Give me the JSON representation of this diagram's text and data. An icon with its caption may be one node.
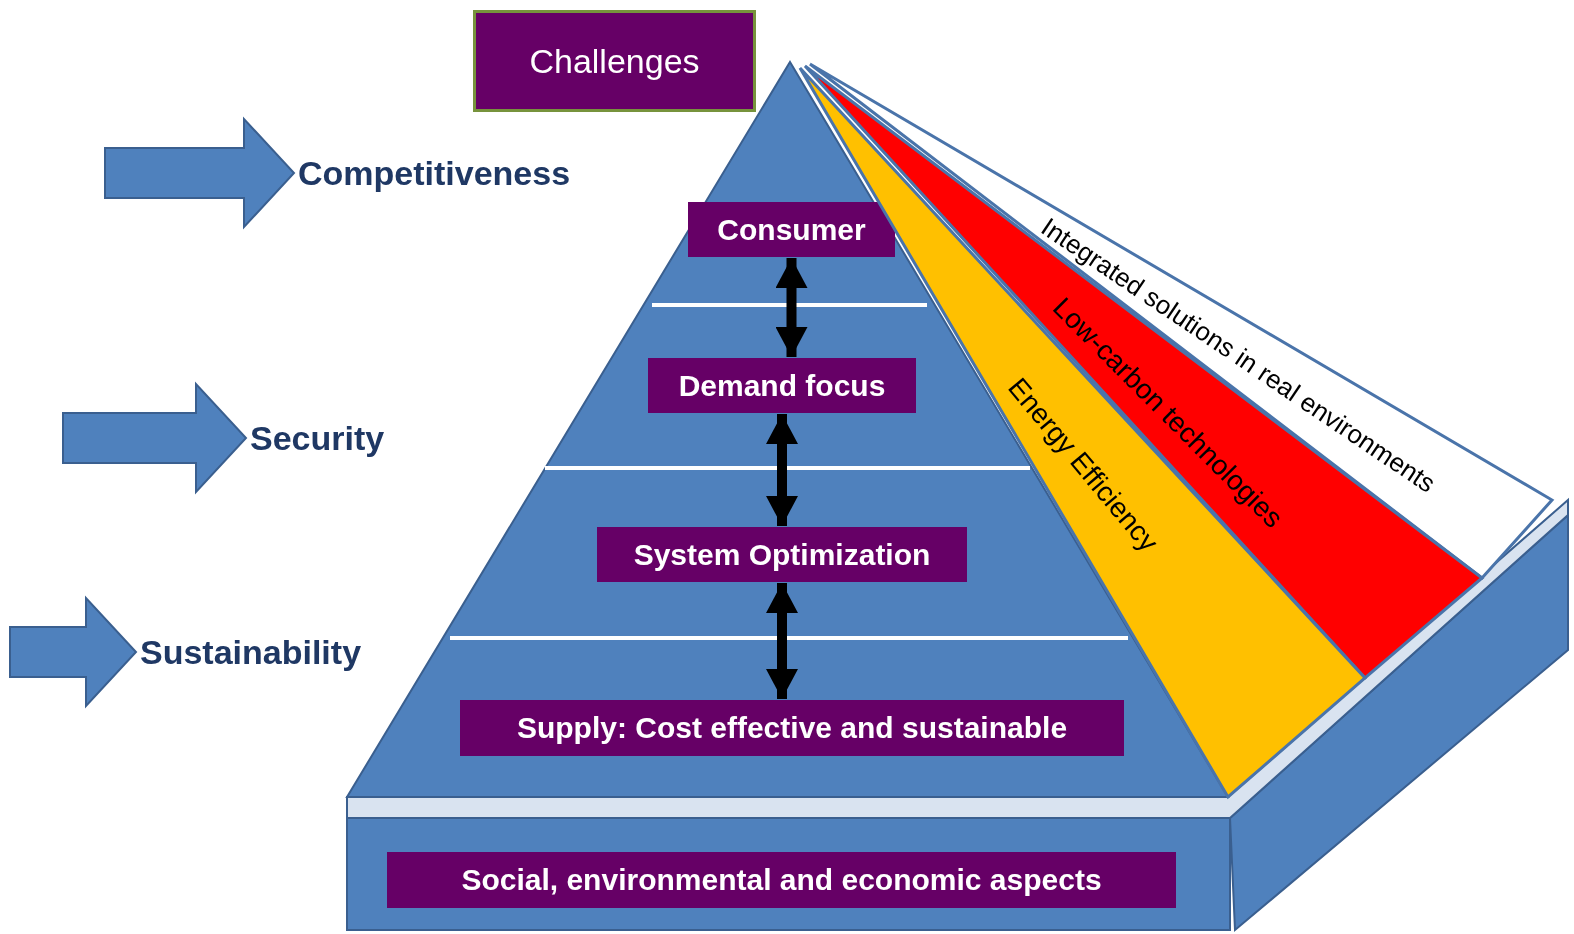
{
  "diagram": {
    "nodes": [
      {
        "text": [
          "Challenges"
        ]
      },
      {
        "text": [
          "Competitiveness"
        ]
      },
      {
        "text": [
          "Consumer"
        ]
      },
      {
        "text": [
          "Integrated solutions in real environments"
        ]
      },
      {
        "text": [
          "Low-carbon technologies"
        ]
      },
      {
        "text": [
          "Energy Efficiency"
        ]
      },
      {
        "text": [
          "Demand focus"
        ]
      },
      {
        "text": [
          "Security"
        ]
      },
      {
        "text": [
          "System Optimization"
        ]
      },
      {
        "text": [
          "Sustainability"
        ]
      },
      {
        "text": [
          "Supply: Cost effective and sustainable"
        ]
      },
      {
        "text": [
          "Social, environmental and economic aspects"
        ]
      }
    ],
    "edges": [
      {
        "from": null,
        "to": 1,
        "arrow": "to"
      },
      {
        "from": null,
        "to": 7,
        "arrow": "to"
      },
      {
        "from": null,
        "to": 9,
        "arrow": "to"
      },
      {
        "from": 2,
        "to": 6,
        "arrow": "both"
      },
      {
        "from": 6,
        "to": 8,
        "arrow": "both"
      },
      {
        "from": 8,
        "to": 10,
        "arrow": "both"
      }
    ]
  }
}
